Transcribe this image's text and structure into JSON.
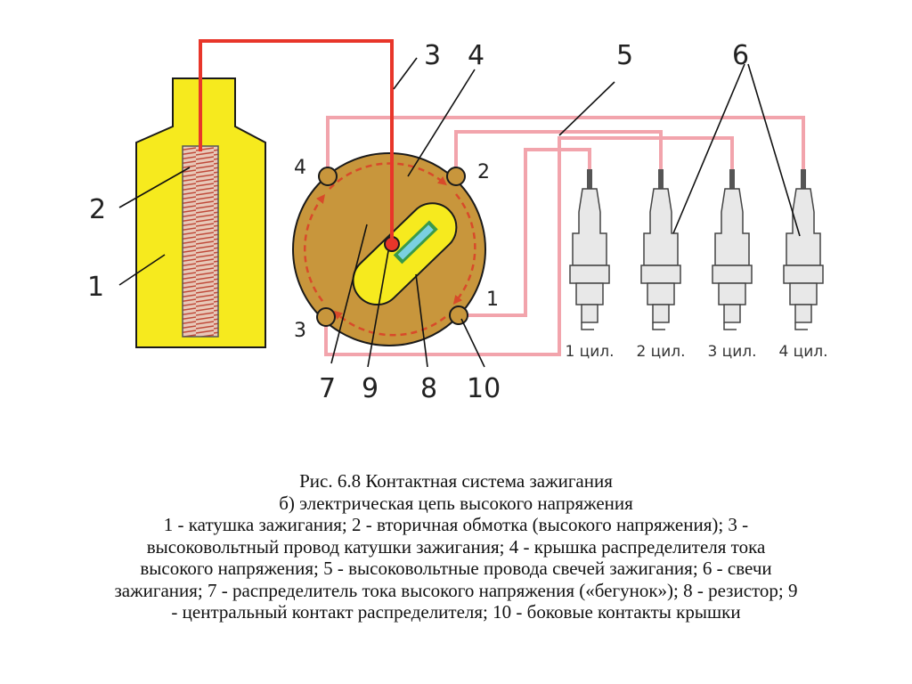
{
  "colors": {
    "coil_body": "#f6ea1e",
    "distributor": "#c8963c",
    "center_wire": "#e8362a",
    "plug_wires": "#f2a4ac",
    "rotor_arrow": "#d84a2a",
    "plugs": "#e8e8e8"
  },
  "icons": {
    "ignition_coil": "ignition-coil-icon",
    "distributor_cap": "distributor-cap-icon",
    "rotor": "rotor-icon",
    "spark_plug": "spark-plug-icon"
  },
  "labels": {
    "coil": "1",
    "secondary_winding": "2",
    "coil_wire": "3",
    "cap": "4",
    "plug_wires": "5",
    "plugs": "6",
    "rotor": "7",
    "center_contact": "9",
    "resistor": "8",
    "side_contacts": "10"
  },
  "terminals": [
    "4",
    "2",
    "3",
    "1"
  ],
  "cylinders": [
    "1 цил.",
    "2 цил.",
    "3 цил.",
    "4 цил."
  ],
  "caption": {
    "line1": "Рис. 6.8  Контактная система зажигания",
    "line2": "б) электрическая цепь высокого напряжения",
    "line3": "1 - катушка зажигания; 2 - вторичная обмотка (высокого напряжения); 3 -",
    "line4": "высоковольтный провод катушки зажигания; 4 - крышка распределителя тока",
    "line5": "высокого напряжения; 5 - высоковольтные провода свечей зажигания; 6 - свечи",
    "line6": "зажигания; 7 - распределитель тока высокого напряжения («бегунок»); 8 - резистор; 9",
    "line7": "- центральный контакт распределителя; 10 - боковые контакты крышки"
  }
}
